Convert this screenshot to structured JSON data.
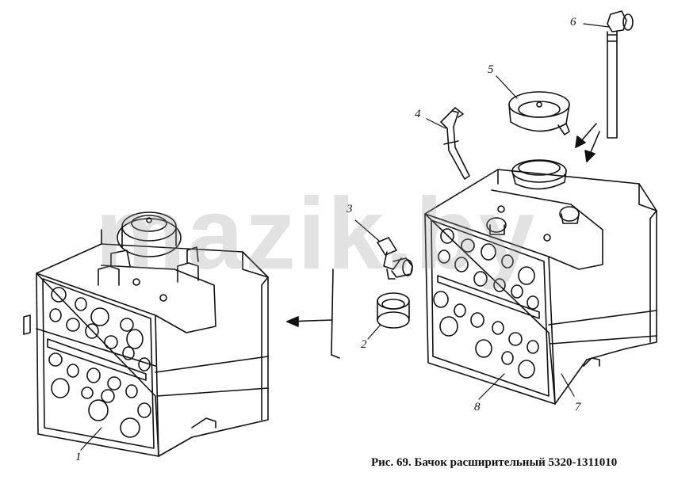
{
  "figure": {
    "caption": "Рис. 69. Бачок расширительный 5320-1311010",
    "watermark": "mazik.by",
    "callouts": [
      "1",
      "2",
      "3",
      "4",
      "5",
      "6",
      "7",
      "8"
    ],
    "line_color": "#111111",
    "background": "#ffffff"
  }
}
